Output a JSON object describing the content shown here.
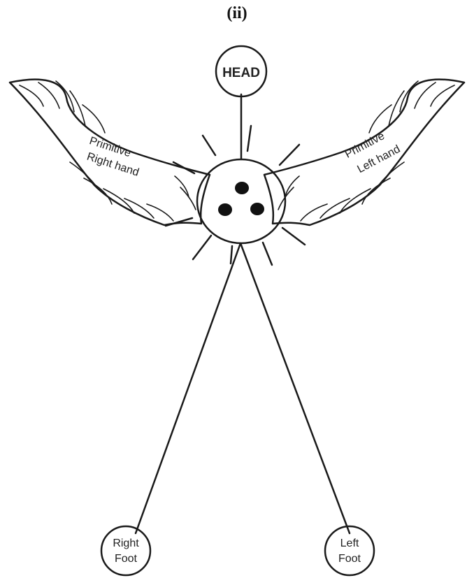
{
  "panel_label": "(ii)",
  "nodes": {
    "head": "HEAD",
    "right_hand": [
      "Primitive",
      "Right hand"
    ],
    "left_hand": [
      "Primitive",
      "Left hand"
    ],
    "right_foot": [
      "Right",
      "Foot"
    ],
    "left_foot": [
      "Left",
      "Foot"
    ]
  },
  "colors": {
    "ink": "#1a1a1a",
    "background": "#ffffff"
  }
}
